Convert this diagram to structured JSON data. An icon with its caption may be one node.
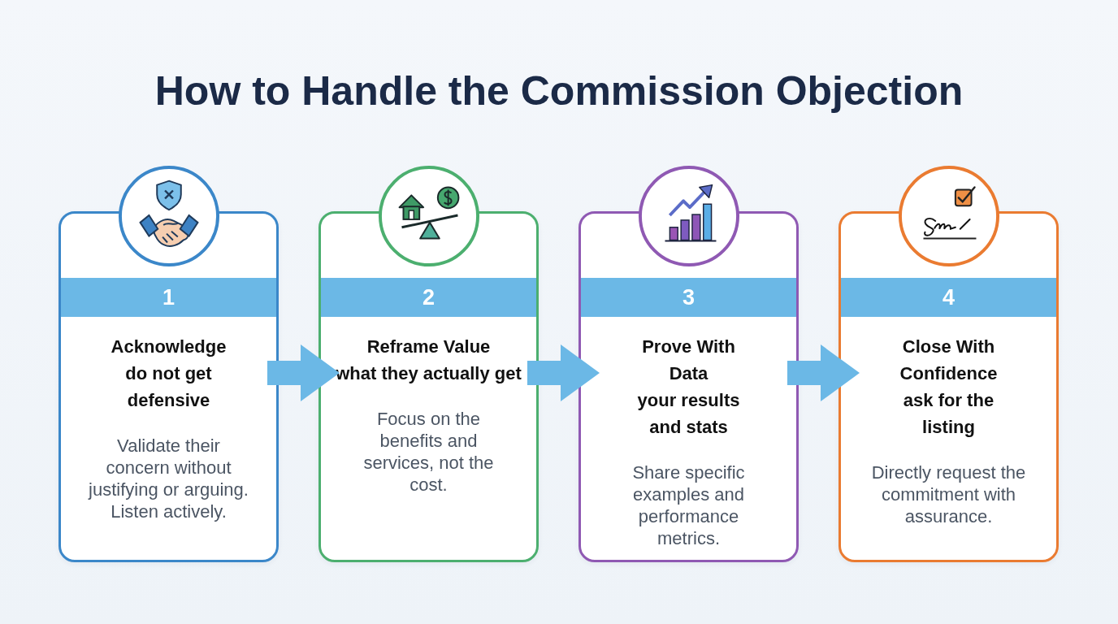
{
  "diagram": {
    "title": "How to Handle the Commission Objection",
    "nodes": [
      {
        "text": [
          "Acknowledge",
          "do not get defensive",
          "Validate their concern without justifying or arguing. Listen actively."
        ]
      },
      {
        "text": [
          "1"
        ],
        "in": 0
      },
      {
        "text": [
          "Reframe Value",
          "what they actually get",
          "Focus on the benefits and services, not the cost."
        ]
      },
      {
        "text": [
          "2"
        ],
        "in": 2
      },
      {
        "text": [
          "Prove With Data",
          "your results and stats",
          "Share specific examples and performance metrics."
        ]
      },
      {
        "text": [
          "3"
        ],
        "in": 4
      },
      {
        "text": [
          "Close With Confidence",
          "ask for the listing",
          "Directly request the commitment with assurance."
        ]
      },
      {
        "text": [
          "4"
        ],
        "in": 6
      }
    ],
    "edges": [
      {
        "from": 0,
        "to": 2,
        "arrow": "to"
      },
      {
        "from": 2,
        "to": 4,
        "arrow": "to"
      },
      {
        "from": 4,
        "to": 6,
        "arrow": "to"
      }
    ]
  }
}
